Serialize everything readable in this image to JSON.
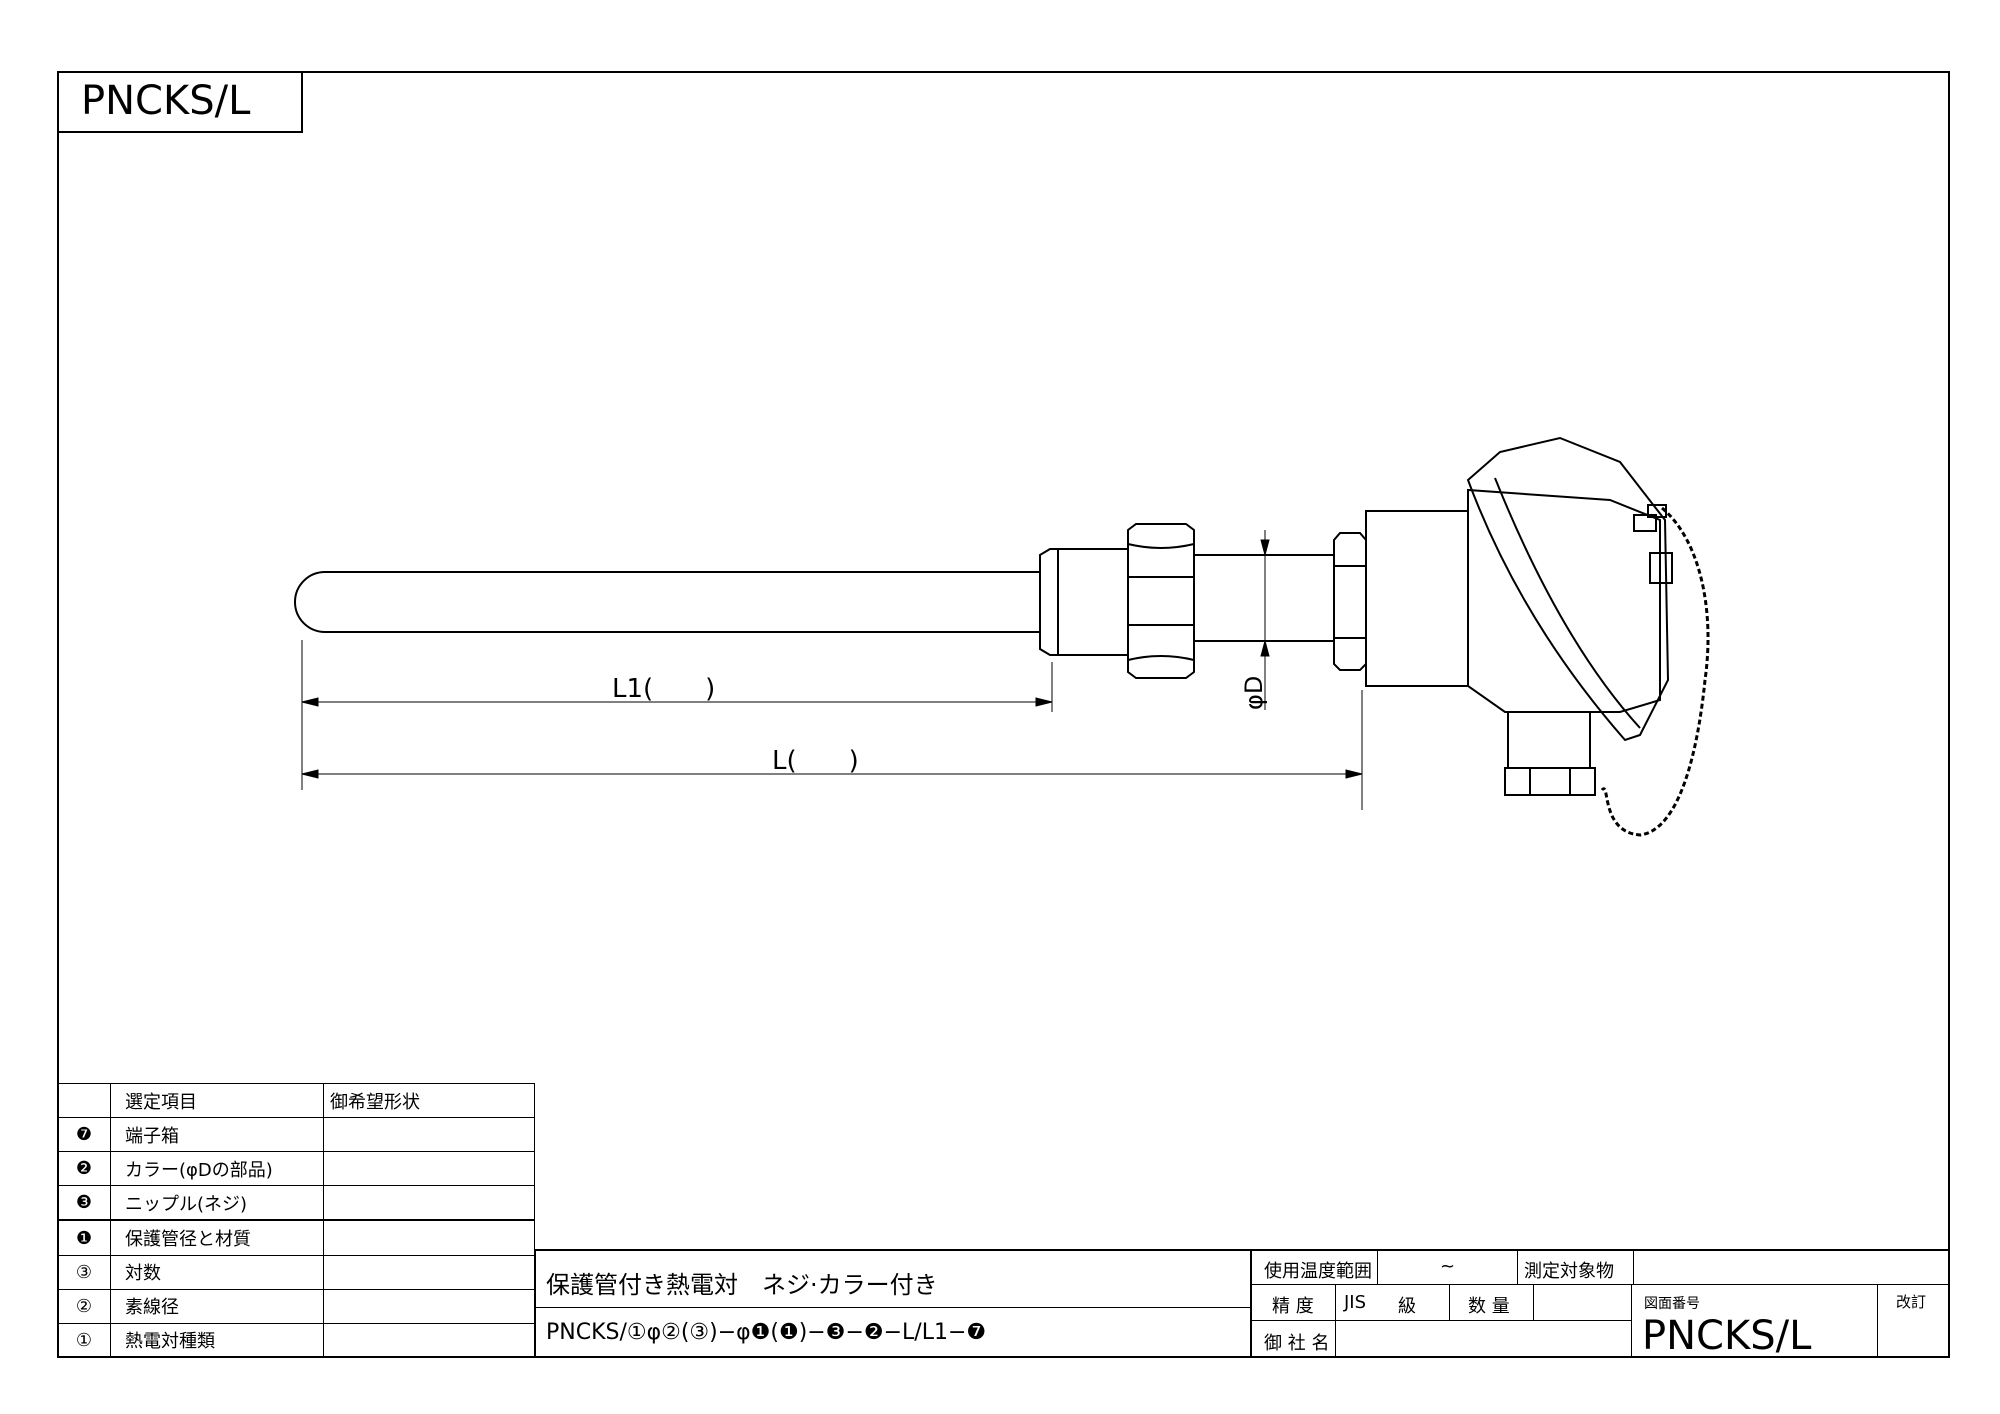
{
  "title_tag": "PNCKS/L",
  "dimensions": {
    "l1_label": "L1(　　)",
    "l_label": "L(　　)",
    "d_label": "φD"
  },
  "selection_table": {
    "header": {
      "num": "",
      "item": "選定項目",
      "shape": "御希望形状"
    },
    "rows": [
      {
        "num": "❼",
        "item": "端子箱",
        "shape": ""
      },
      {
        "num": "❷",
        "item": "カラー(φDの部品)",
        "shape": ""
      },
      {
        "num": "❸",
        "item": "ニップル(ネジ)",
        "shape": ""
      },
      {
        "num": "❶",
        "item": "保護管径と材質",
        "shape": ""
      },
      {
        "num": "③",
        "item": "対数",
        "shape": ""
      },
      {
        "num": "②",
        "item": "素線径",
        "shape": ""
      },
      {
        "num": "①",
        "item": "熱電対種類",
        "shape": ""
      }
    ]
  },
  "title_block": {
    "product_name": "保護管付き熱電対　ネジ·カラー付き",
    "model_code": "PNCKS/①φ②(③)−φ❶(❶)−❸−❷−L/L1−❼",
    "temp_range_label": "使用温度範囲",
    "temp_range_value": "~",
    "measured_object_label": "測定対象物",
    "accuracy_label": "精 度",
    "jis_label": "JIS",
    "class_label": "級",
    "quantity_label": "数 量",
    "customer_label": "御 社 名",
    "drawing_no_label": "図面番号",
    "drawing_no": "PNCKS/L",
    "revision_label": "改訂"
  }
}
